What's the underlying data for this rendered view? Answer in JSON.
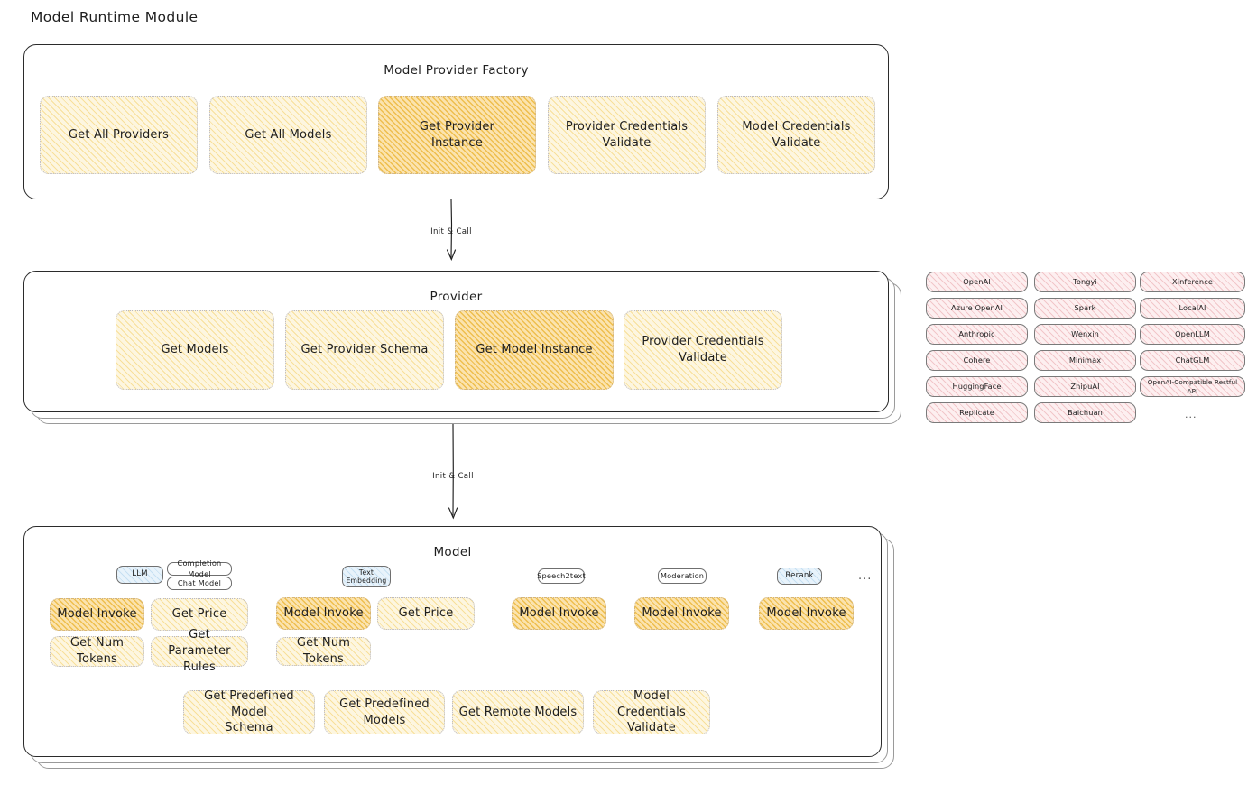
{
  "page": {
    "title": "Model Runtime Module",
    "background_color": "#ffffff",
    "stroke_color": "#1e1e1e"
  },
  "colors": {
    "cream_fill": "#fdf6e0",
    "cream_hatch": "#f3cd60",
    "amber_fill": "#fbe3ae",
    "amber_hatch": "#eab22d",
    "pink_fill": "#fdeff0",
    "pink_hatch": "#e28c94",
    "blue_fill": "#e8f3fb",
    "white_fill": "#ffffff"
  },
  "sections": [
    {
      "id": "model-provider-factory",
      "title": "Model Provider Factory",
      "stacked": false,
      "nodes": [
        {
          "label": "Get All Providers",
          "style": "cream"
        },
        {
          "label": "Get All Models",
          "style": "cream"
        },
        {
          "label": "Get Provider\nInstance",
          "style": "amber",
          "highlighted": true
        },
        {
          "label": "Provider Credentials\nValidate",
          "style": "cream"
        },
        {
          "label": "Model Credentials\nValidate",
          "style": "cream"
        }
      ]
    },
    {
      "id": "provider",
      "title": "Provider",
      "stacked": true,
      "stack_layers": 3,
      "nodes": [
        {
          "label": "Get Models",
          "style": "cream"
        },
        {
          "label": "Get Provider Schema",
          "style": "cream"
        },
        {
          "label": "Get Model Instance",
          "style": "amber",
          "highlighted": true
        },
        {
          "label": "Provider Credentials\nValidate",
          "style": "cream"
        }
      ]
    },
    {
      "id": "model",
      "title": "Model",
      "stacked": true,
      "stack_layers": 3
    }
  ],
  "arrows": [
    {
      "id": "factory-to-provider",
      "label": "Init & Call",
      "direction": "down"
    },
    {
      "id": "provider-to-model",
      "label": "Init & Call",
      "direction": "down"
    }
  ],
  "model_groups": [
    {
      "id": "llm",
      "chip": {
        "label": "LLM",
        "style": "blue"
      },
      "sub_chips": [
        {
          "label": "Completion Model",
          "style": "white"
        },
        {
          "label": "Chat Model",
          "style": "white"
        }
      ],
      "nodes": [
        {
          "label": "Model Invoke",
          "style": "amber",
          "highlighted": true
        },
        {
          "label": "Get Price",
          "style": "cream"
        },
        {
          "label": "Get Num Tokens",
          "style": "cream"
        },
        {
          "label": "Get Parameter\nRules",
          "style": "cream"
        }
      ]
    },
    {
      "id": "text-embedding",
      "chip": {
        "label": "Text\nEmbedding",
        "style": "blue"
      },
      "sub_chips": [],
      "nodes": [
        {
          "label": "Model Invoke",
          "style": "amber",
          "highlighted": true
        },
        {
          "label": "Get Price",
          "style": "cream"
        },
        {
          "label": "Get Num Tokens",
          "style": "cream"
        }
      ]
    },
    {
      "id": "speech2text",
      "chip": {
        "label": "Speech2text",
        "style": "white"
      },
      "sub_chips": [],
      "nodes": [
        {
          "label": "Model Invoke",
          "style": "amber",
          "highlighted": true
        }
      ]
    },
    {
      "id": "moderation",
      "chip": {
        "label": "Moderation",
        "style": "white"
      },
      "sub_chips": [],
      "nodes": [
        {
          "label": "Model Invoke",
          "style": "amber",
          "highlighted": true
        }
      ]
    },
    {
      "id": "rerank",
      "chip": {
        "label": "Rerank",
        "style": "blue"
      },
      "sub_chips": [],
      "nodes": [
        {
          "label": "Model Invoke",
          "style": "amber",
          "highlighted": true
        }
      ]
    }
  ],
  "model_groups_more": "...",
  "model_shared_nodes": [
    {
      "label": "Get Predefined Model\nSchema",
      "style": "cream"
    },
    {
      "label": "Get Predefined\nModels",
      "style": "cream"
    },
    {
      "label": "Get Remote Models",
      "style": "cream"
    },
    {
      "label": "Model Credentials\nValidate",
      "style": "cream"
    }
  ],
  "provider_list": {
    "more": "...",
    "columns": [
      {
        "id": "col-1",
        "items": [
          "OpenAI",
          "Azure OpenAI",
          "Anthropic",
          "Cohere",
          "HuggingFace",
          "Replicate"
        ]
      },
      {
        "id": "col-2",
        "items": [
          "Tongyi",
          "Spark",
          "Wenxin",
          "Minimax",
          "ZhipuAI",
          "Baichuan"
        ]
      },
      {
        "id": "col-3",
        "items": [
          "Xinference",
          "LocalAI",
          "OpenLLM",
          "ChatGLM",
          "OpenAI-Compatible Restful API"
        ]
      }
    ]
  }
}
